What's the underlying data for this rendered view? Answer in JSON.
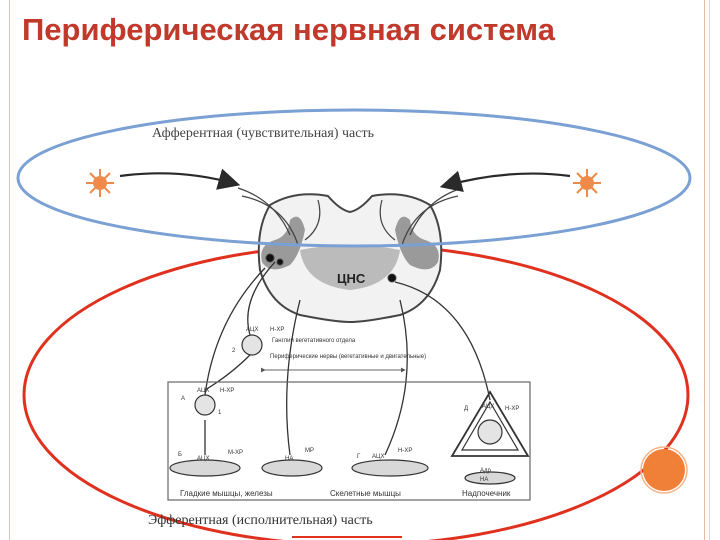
{
  "title": "Периферическая нервная система",
  "afferent_label": "Афферентная (чувствительная) часть",
  "efferent_label": "Эфферентная (исполнительная) часть",
  "cns_label": "ЦНС",
  "small_labels": {
    "ach_1": "АЦХ",
    "nhr_1": "Н-ХР",
    "note_1": "Ганглии вегетативного отдела",
    "num_2": "2",
    "note_2": "Периферические нервы (вегетативные и двигательные)",
    "letter_a": "А",
    "ach_a": "АЦХ",
    "nhr_a": "Н-ХР",
    "num_1": "1",
    "letter_b": "Б",
    "mhr_b": "М-ХР",
    "ach_b": "АЦХ",
    "mr": "МР",
    "ha": "НА",
    "letter_g": "Г",
    "ach_g": "АЦХ",
    "nhr_g": "Н-ХР",
    "letter_d": "Д",
    "ach_d": "АЦХ",
    "nhr_d": "Н-ХР",
    "adr": "Адр",
    "ha_d": "НА",
    "cap_smooth": "Гладкие мышцы, железы",
    "cap_skeletal": "Скелетные мышцы",
    "cap_adrenal": "Надпочечник"
  },
  "colors": {
    "title": "#c0392b",
    "afferent_ellipse": "#7aa0d4",
    "efferent_ellipse": "#e0301e",
    "receptor": "#f08a4b",
    "orange_circle": "#f07f38"
  }
}
